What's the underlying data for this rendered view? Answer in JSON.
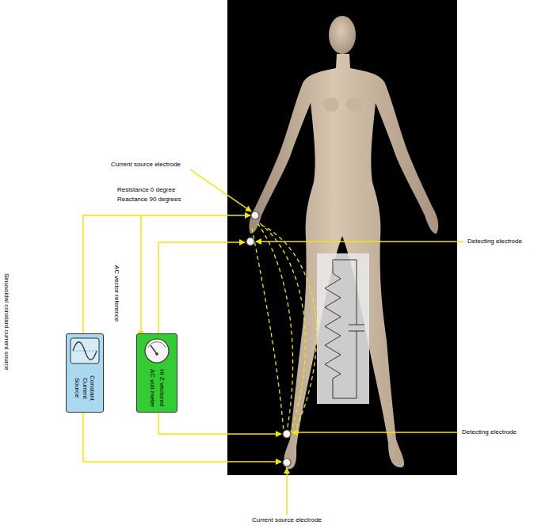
{
  "diagram": {
    "nodes": [
      {
        "text": [
          "Constant Current Source"
        ]
      },
      {
        "text": [
          "AC volt meter",
          "Hi Z vectored"
        ]
      }
    ],
    "labels": [
      "Current source electrode",
      "Resistance 0 degree",
      "Reactance 90 degrees",
      "AC vector reference",
      "Sinusoidal constant current source",
      "Detecting electrode",
      "Detecting electrode",
      "Current source electrode"
    ]
  }
}
